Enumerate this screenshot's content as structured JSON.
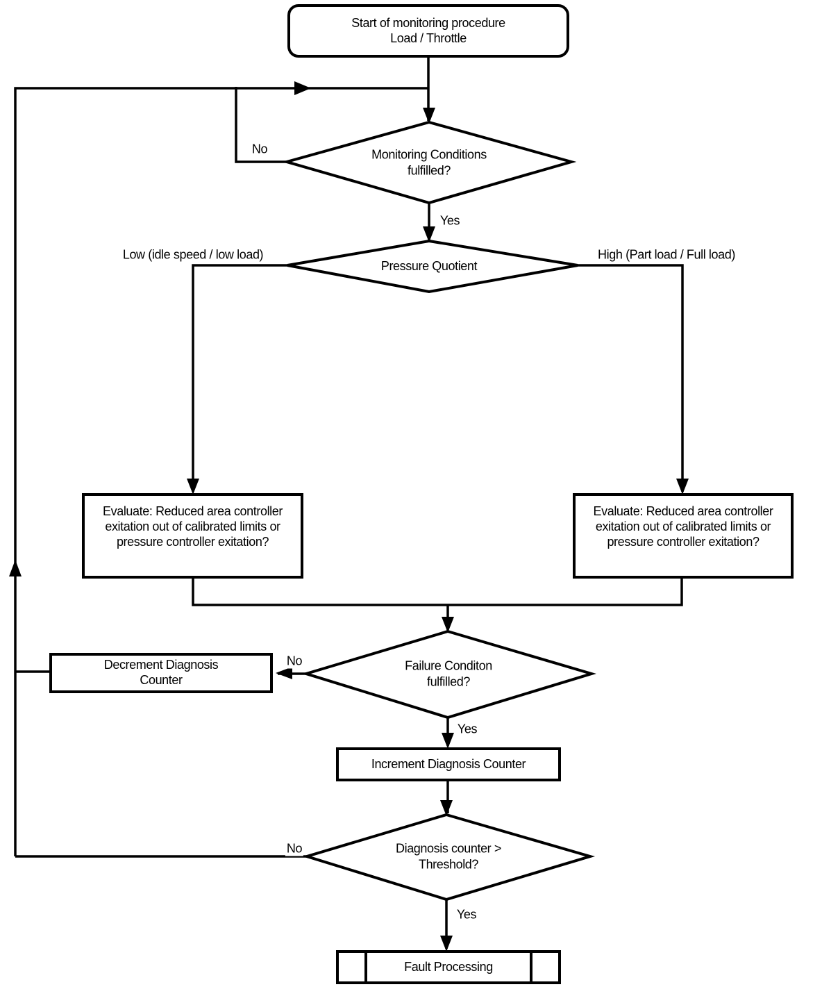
{
  "nodes": {
    "start": {
      "type": "terminator",
      "text": "Start of monitoring procedure\nLoad / Throttle"
    },
    "monitoring_conditions": {
      "type": "decision",
      "text": "Monitoring Conditions\nfulfilled?"
    },
    "pressure_quotient": {
      "type": "decision",
      "text": "Pressure Quotient"
    },
    "evaluate_low": {
      "type": "process",
      "text": "Evaluate: Reduced area controller\nexitation out of calibrated limits or\npressure controller exitation?"
    },
    "evaluate_high": {
      "type": "process",
      "text": "Evaluate: Reduced area controller\nexitation out of calibrated limits or\npressure controller exitation?"
    },
    "failure_condition": {
      "type": "decision",
      "text": "Failure Conditon\nfulfilled?"
    },
    "decrement_counter": {
      "type": "process",
      "text": "Decrement Diagnosis\nCounter"
    },
    "increment_counter": {
      "type": "process",
      "text": "Increment Diagnosis Counter"
    },
    "diagnosis_threshold": {
      "type": "decision",
      "text": "Diagnosis counter >\nThreshold?"
    },
    "fault_processing": {
      "type": "predefined-process",
      "text": "Fault Processing"
    }
  },
  "edge_labels": {
    "monitoring_no": "No",
    "monitoring_yes": "Yes",
    "pressure_low": "Low (idle speed / low load)",
    "pressure_high": "High (Part load / Full load)",
    "failure_no": "No",
    "failure_yes": "Yes",
    "threshold_no": "No",
    "threshold_yes": "Yes"
  },
  "colors": {
    "line": "#000000",
    "background": "#ffffff",
    "shape_fill": "#ffffff"
  }
}
